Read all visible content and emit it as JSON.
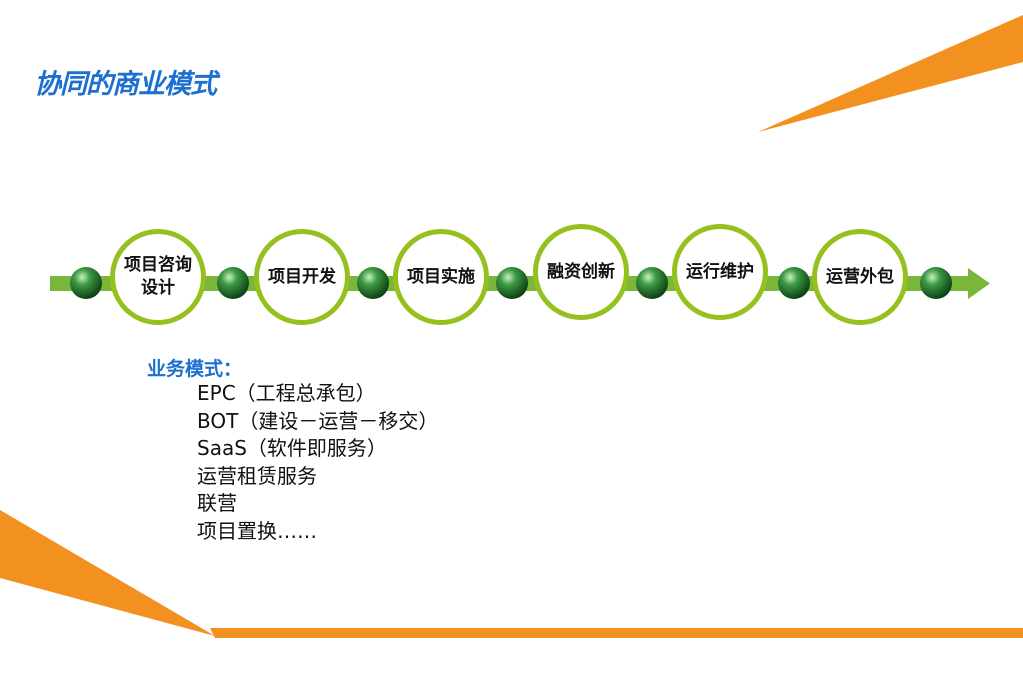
{
  "title": "协同的商业模式",
  "steps": [
    {
      "label": "项目咨询\n设计"
    },
    {
      "label": "项目开发"
    },
    {
      "label": "项目实施"
    },
    {
      "label": "融资创新"
    },
    {
      "label": "运行维护"
    },
    {
      "label": "运营外包"
    }
  ],
  "business": {
    "heading": "业务模式：",
    "items": [
      "EPC（工程总承包）",
      "BOT（建设－运营－移交）",
      "SaaS（软件即服务）",
      "运营租赁服务",
      "联营",
      "项目置换……"
    ]
  },
  "colors": {
    "title": "#1d6fd0",
    "ring": "#95c11f",
    "arrow": "#7ab63a",
    "bead": "#2e7d32",
    "accent": "#f39120"
  }
}
